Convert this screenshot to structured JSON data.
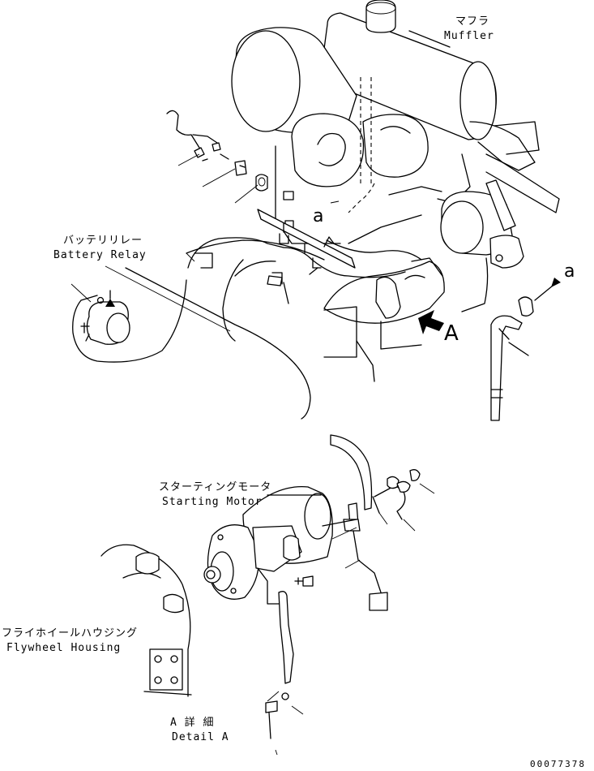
{
  "labels": {
    "muffler_jp": "マフラ",
    "muffler_en": "Muffler",
    "battery_relay_jp": "バッテリリレー",
    "battery_relay_en": "Battery Relay",
    "starting_motor_jp": "スターティングモータ",
    "starting_motor_en": "Starting Motor",
    "flywheel_housing_jp": "フライホイールハウジング",
    "flywheel_housing_en": "Flywheel Housing",
    "detail_a_jp": "A 詳 細",
    "detail_a_en": "Detail A",
    "view_mark_a": "A",
    "connector_a_upper": "a",
    "connector_a_right": "a",
    "drawing_number": "00077378"
  }
}
